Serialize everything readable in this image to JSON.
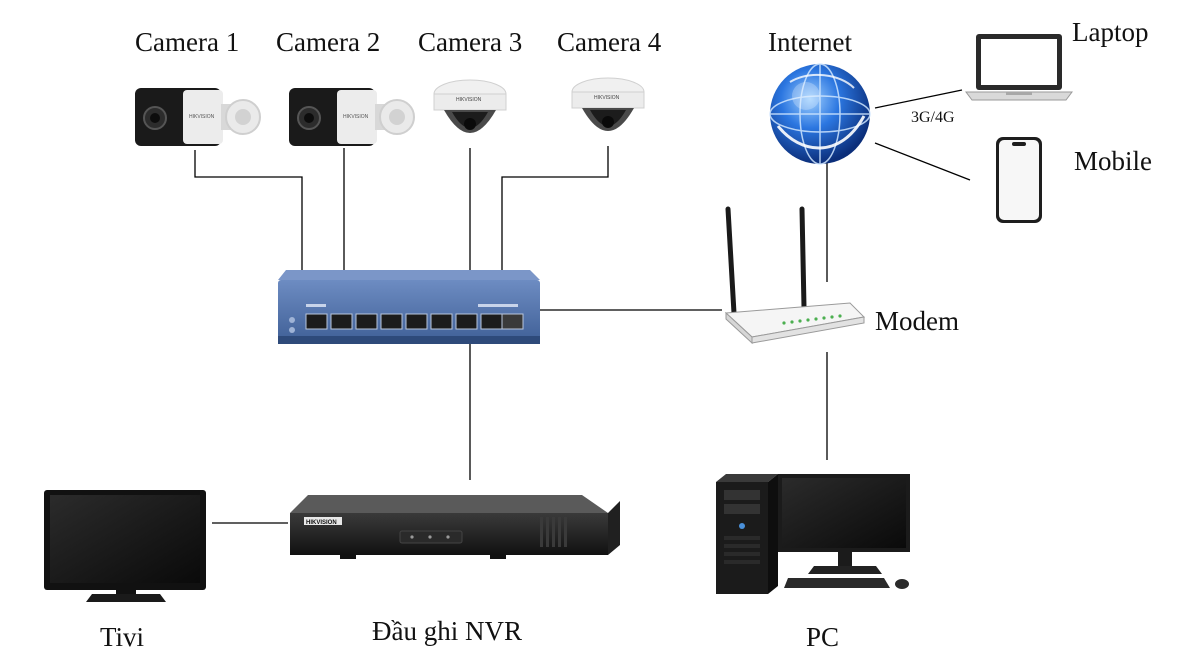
{
  "labels": {
    "camera_1": "Camera 1",
    "camera_2": "Camera 2",
    "camera_3": "Camera 3",
    "camera_4": "Camera 4",
    "internet": "Internet",
    "laptop": "Laptop",
    "mobile": "Mobile",
    "link_3g4g": "3G/4G",
    "modem": "Modem",
    "tivi": "Tivi",
    "nvr": "Đầu ghi NVR",
    "pc": "PC"
  },
  "brand": {
    "camera": "HIKVISION",
    "nvr": "HIKVISION"
  },
  "colors": {
    "switch_body": "#4d6fa8",
    "switch_dark": "#2e4a7a",
    "camera_black": "#1a1a1a",
    "globe_blue": "#1f5fd0",
    "router_white": "#f2f2f2",
    "router_green": "#4caf50",
    "line": "#000000"
  }
}
